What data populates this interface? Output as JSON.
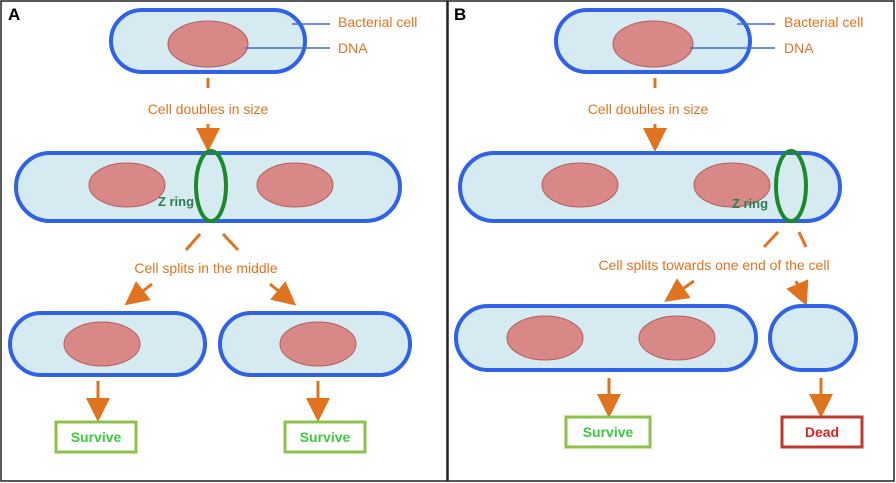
{
  "panel_a": {
    "letter": "A",
    "label_cell": "Bacterial cell",
    "label_dna": "DNA",
    "step1": "Cell doubles in size",
    "zring": "Z ring",
    "step2": "Cell splits in the middle",
    "outcome_left": "Survive",
    "outcome_right": "Survive"
  },
  "panel_b": {
    "letter": "B",
    "label_cell": "Bacterial cell",
    "label_dna": "DNA",
    "step1": "Cell doubles in size",
    "zring": "Z ring",
    "step2": "Cell splits towards one end of the cell",
    "outcome_left": "Survive",
    "outcome_right": "Dead"
  },
  "colors": {
    "cell_fill": "#d6ebf1",
    "cell_outline": "#2f62e8",
    "dna": "#d98888",
    "z_ring": "#1a8a2a",
    "arrow_text": "#e0731f",
    "survive": "#3ec93e",
    "dead": "#e01f1f"
  }
}
